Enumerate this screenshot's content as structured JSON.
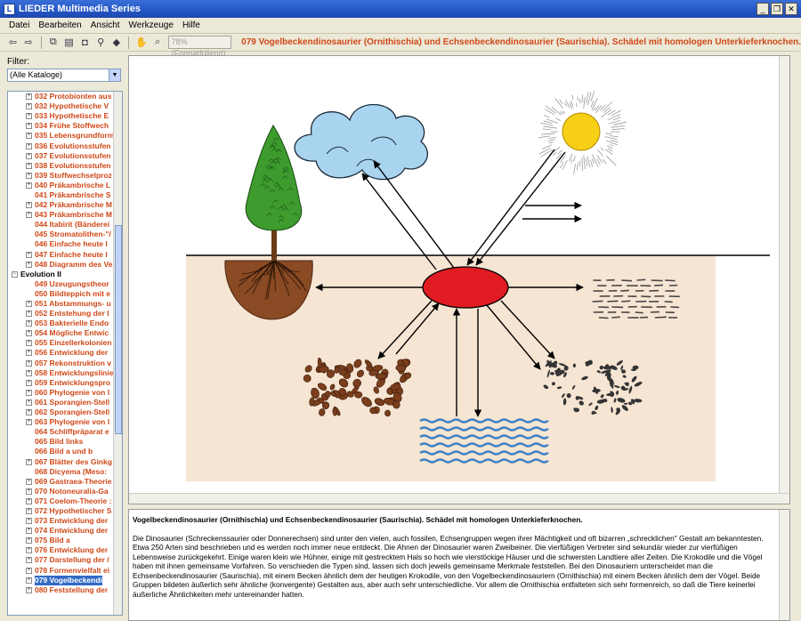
{
  "window": {
    "title": "LIEDER Multimedia Series",
    "app_icon": "L"
  },
  "menu": [
    "Datei",
    "Bearbeiten",
    "Ansicht",
    "Werkzeuge",
    "Hilfe"
  ],
  "toolbar": {
    "zoom": "78% (Formatfüllend)",
    "doc_title": "079 Vogelbeckendinosaurier (Ornithischia) und Echsenbeckendinosaurier (Saurischia). Schädel mit homologen Unterkieferknochen."
  },
  "sidebar": {
    "filter_label": "Filter:",
    "filter_value": "(Alle Kataloge)",
    "tree": [
      {
        "label": "032 Protobionten aus",
        "level": 1,
        "expandable": true
      },
      {
        "label": "032 Hypothetische V",
        "level": 1,
        "expandable": true
      },
      {
        "label": "033 Hypothetische E",
        "level": 1,
        "expandable": true
      },
      {
        "label": "034 Frühe Stoffwech",
        "level": 1,
        "expandable": true
      },
      {
        "label": "035 Lebensgrundform",
        "level": 1,
        "expandable": true
      },
      {
        "label": "036 Evolutionsstufen",
        "level": 1,
        "expandable": true
      },
      {
        "label": "037 Evolutionsstufen",
        "level": 1,
        "expandable": true
      },
      {
        "label": "038 Evolutionsstufen",
        "level": 1,
        "expandable": true
      },
      {
        "label": "039 Stoffwechselproz",
        "level": 1,
        "expandable": true
      },
      {
        "label": "040 Präkambrische L",
        "level": 1,
        "expandable": true
      },
      {
        "label": "041 Präkambrische S",
        "level": 1,
        "expandable": false
      },
      {
        "label": "042 Präkambrische M",
        "level": 1,
        "expandable": true
      },
      {
        "label": "043 Präkambrische M",
        "level": 1,
        "expandable": true
      },
      {
        "label": "044 Itabirit (Bänderei",
        "level": 1,
        "expandable": false
      },
      {
        "label": "045 Stromatolithen-\"/",
        "level": 1,
        "expandable": false
      },
      {
        "label": "046 Einfache heute l",
        "level": 1,
        "expandable": false
      },
      {
        "label": "047 Einfache heute l",
        "level": 1,
        "expandable": true
      },
      {
        "label": "048 Diagramm des Ve",
        "level": 1,
        "expandable": true
      },
      {
        "label": "Evolution II",
        "level": 0,
        "expandable": true,
        "open": true
      },
      {
        "label": "049 Uzeugungstheor",
        "level": 1,
        "expandable": false
      },
      {
        "label": "050 Bildteppich mit e",
        "level": 1,
        "expandable": false
      },
      {
        "label": "051 Abstammungs- u",
        "level": 1,
        "expandable": true
      },
      {
        "label": "052 Entstehung der l",
        "level": 1,
        "expandable": true
      },
      {
        "label": "053 Bakterielle Endo",
        "level": 1,
        "expandable": true
      },
      {
        "label": "054 Mögliche Entwic",
        "level": 1,
        "expandable": true
      },
      {
        "label": "055 Einzellerkolonien",
        "level": 1,
        "expandable": true
      },
      {
        "label": "056 Entwicklung der",
        "level": 1,
        "expandable": true
      },
      {
        "label": "057 Rekonstruktion v",
        "level": 1,
        "expandable": true
      },
      {
        "label": "058 Entwicklungslinie",
        "level": 1,
        "expandable": true
      },
      {
        "label": "059 Entwicklungspro",
        "level": 1,
        "expandable": true
      },
      {
        "label": "060 Phylogenie von l",
        "level": 1,
        "expandable": true
      },
      {
        "label": "061 Sporangien-Stell",
        "level": 1,
        "expandable": true
      },
      {
        "label": "062 Sporangien-Stell",
        "level": 1,
        "expandable": true
      },
      {
        "label": "063 Phylogenie von l",
        "level": 1,
        "expandable": true
      },
      {
        "label": "064 Schliffpräparat e",
        "level": 1,
        "expandable": false
      },
      {
        "label": "065 Bild links",
        "level": 1,
        "expandable": false
      },
      {
        "label": "066 Bild a und b",
        "level": 1,
        "expandable": false
      },
      {
        "label": "067 Blätter des Ginkg",
        "level": 1,
        "expandable": true
      },
      {
        "label": "068 Dicyema (Meso:",
        "level": 1,
        "expandable": false
      },
      {
        "label": "069 Gastraea-Theorie",
        "level": 1,
        "expandable": true
      },
      {
        "label": "070 Notoneuralia-Ga",
        "level": 1,
        "expandable": true
      },
      {
        "label": "071 Coelom-Theorie :",
        "level": 1,
        "expandable": true
      },
      {
        "label": "072 Hypothetischer S",
        "level": 1,
        "expandable": true
      },
      {
        "label": "073 Entwicklung der",
        "level": 1,
        "expandable": true
      },
      {
        "label": "074 Entwicklung der",
        "level": 1,
        "expandable": true
      },
      {
        "label": "075 Bild a",
        "level": 1,
        "expandable": true
      },
      {
        "label": "076 Entwicklung der",
        "level": 1,
        "expandable": true
      },
      {
        "label": "077 Darstellung der /",
        "level": 1,
        "expandable": true
      },
      {
        "label": "078 Formenvielfalt ei",
        "level": 1,
        "expandable": true
      },
      {
        "label": "079 Vogelbeckendi",
        "level": 1,
        "expandable": true,
        "selected": true
      },
      {
        "label": "080 Feststellung der",
        "level": 1,
        "expandable": true
      }
    ]
  },
  "description": {
    "heading": "Vogelbeckendinosaurier (Ornithischia) und Echsenbeckendinosaurier (Saurischia). Schädel mit homologen Unterkieferknochen.",
    "body": "Die Dinosaurier (Schreckenssaurier oder Donnerechsen) sind unter den vielen, auch fossilen, Echsengruppen wegen ihrer Mächtigkeit und oft bizarren „schrecklichen\" Gestalt am bekanntesten. Etwa 250 Arten sind beschrieben und es werden noch immer neue entdeckt. Die Ahnen der Dinosaurier waren Zweibeiner. Die vierfüßigen Vertreter sind sekundär wieder zur vierfüßigen Lebensweise zurückgekehrt. Einige waren klein wie Hühner, einige mit gestrecktem Hals so hoch wie vierstöckige Häuser und die schwersten Landtiere aller Zeiten. Die Krokodile und die Vögel haben mit ihnen gemeinsame Vorfahren. So verschieden die Typen sind, lassen sich doch jeweils gemeinsame Merkmale feststellen. Bei den Dinosauriern unterscheidet man die Echsenbeckendinosaurier (Saurischia), mit einem Becken ähnlich dem der heutigen Krokodile, von den Vogelbeckendinosauriern (Ornithischia) mit einem Becken ähnlich dem der Vögel. Beide Gruppen bildeten äußerlich sehr ähnliche (konvergente) Gestalten aus, aber auch sehr unterschiedliche. Vor allem die Ornithischia entfalteten sich sehr formenreich, so daß die Tiere keinerlei äußerliche Ähnlichkeiten mehr untereinander hatten."
  },
  "colors": {
    "accent": "#d04818",
    "selection": "#316ac5",
    "titlebar": "#2456c4",
    "soil": "#f6e5d3",
    "hub": "#e11b22",
    "sun": "#f7cf16",
    "cloud": "#a9d4ef",
    "water": "#3b7fc4"
  }
}
